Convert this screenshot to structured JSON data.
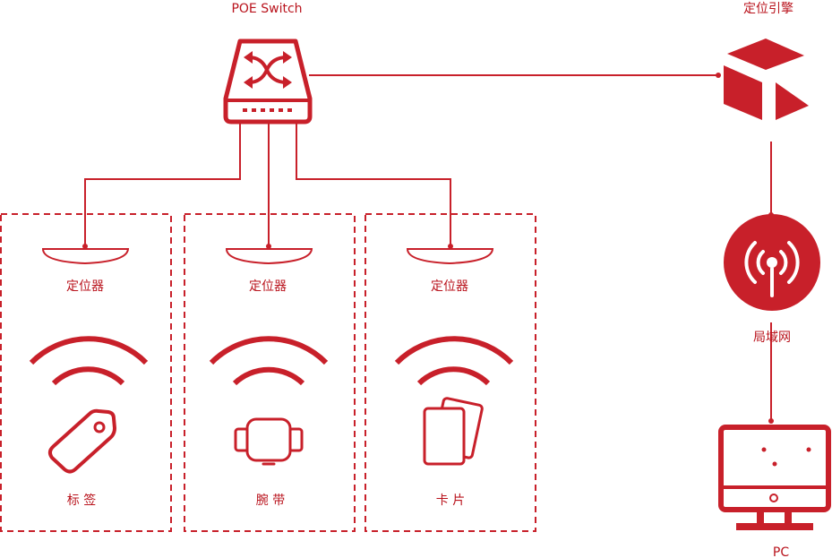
{
  "colors": {
    "accent": "#c8202a",
    "line": "#c8202a",
    "text": "#b9131c"
  },
  "labels": {
    "poe_switch": "POE Switch",
    "positioning_engine": "定位引擎",
    "lan": "局域网",
    "pc": "PC"
  },
  "zones": [
    {
      "locator": "定位器",
      "device": "标 签",
      "device_icon": "tag-icon"
    },
    {
      "locator": "定位器",
      "device": "腕 带",
      "device_icon": "wristband-icon"
    },
    {
      "locator": "定位器",
      "device": "卡 片",
      "device_icon": "card-icon"
    }
  ],
  "icons": {
    "switch": "network-switch-icon",
    "engine": "cube-engine-icon",
    "lan": "wireless-broadcast-icon",
    "pc": "desktop-monitor-icon",
    "locator": "ceiling-locator-icon",
    "signal": "wifi-signal-icon"
  }
}
